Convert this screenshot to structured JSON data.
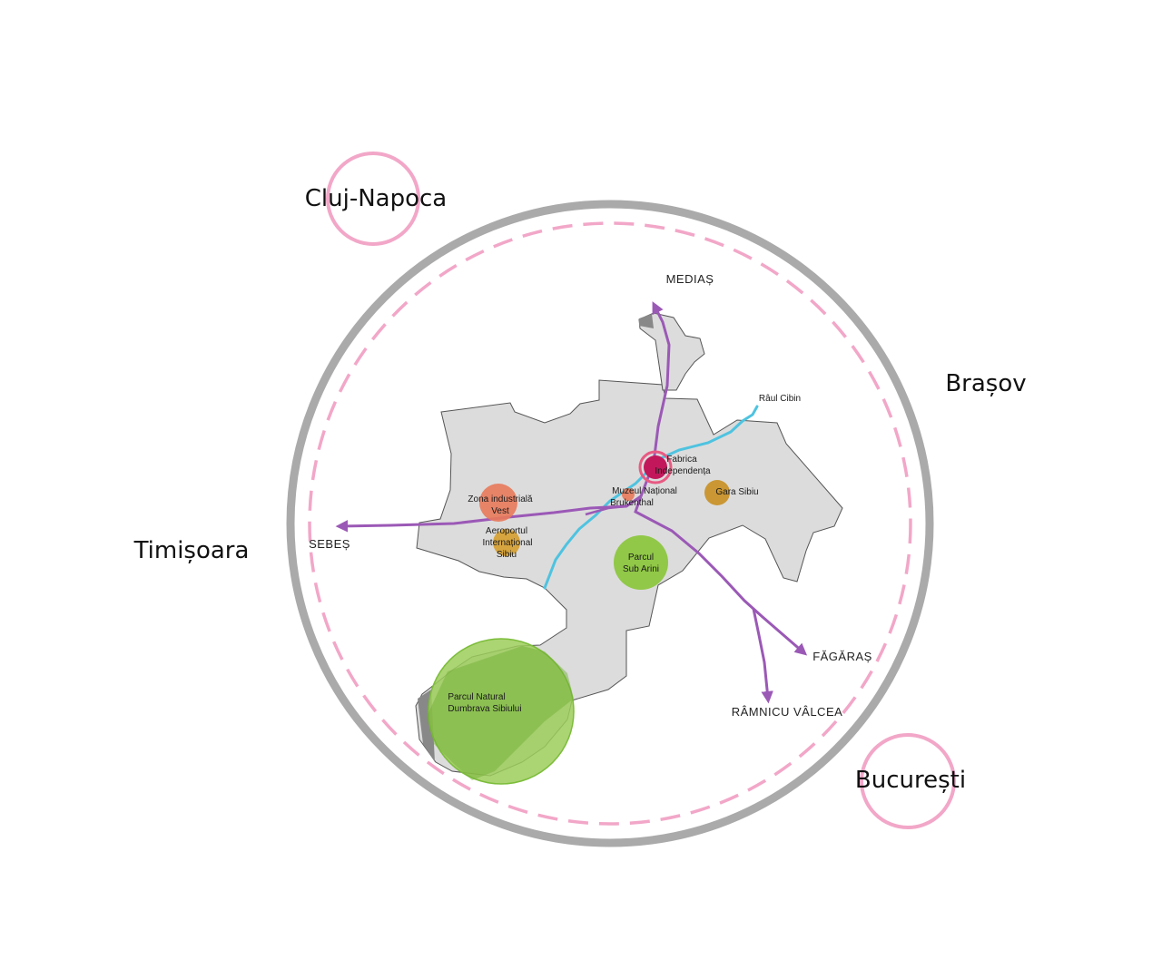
{
  "colors": {
    "outer_ring": "#aaaaaa",
    "dashed_ring": "#f2a7c8",
    "city_ring": "#f2a7c8",
    "territory": "#dcdcdc",
    "territory_edge": "#555555",
    "route": "#9b59b6",
    "river": "#4ec3e0",
    "industrial": "#e8795a",
    "airport": "#d69e2e",
    "factory": "#c2185b",
    "factory_ring": "#e85a82",
    "station": "#c8922a",
    "park": "#8cc63f",
    "forest": "#7cbd3a"
  },
  "cities": {
    "cluj": "Cluj-Napoca",
    "brasov": "Brașov",
    "timisoara": "Timișoara",
    "bucuresti": "București"
  },
  "routes": {
    "medias": "MEDIAȘ",
    "sebes": "SEBEȘ",
    "fagaras": "FĂGĂRAȘ",
    "ramnicu": "RÂMNICU VÂLCEA"
  },
  "river": {
    "name": "Râul Cibin"
  },
  "pois": {
    "fabrica": [
      "Fabrica",
      "Independența"
    ],
    "muzeul": [
      "Muzeul Național",
      "Brukenthal"
    ],
    "gara": [
      "Gara Sibiu"
    ],
    "zona": [
      "Zona industrială",
      "Vest"
    ],
    "aeroport": [
      "Aeroportul",
      "Internațional",
      "Sibiu"
    ],
    "parcul_sub_arini": [
      "Parcul",
      "Sub Arini"
    ],
    "parcul_natural": [
      "Parcul Natural",
      "Dumbrava Sibiului"
    ]
  }
}
